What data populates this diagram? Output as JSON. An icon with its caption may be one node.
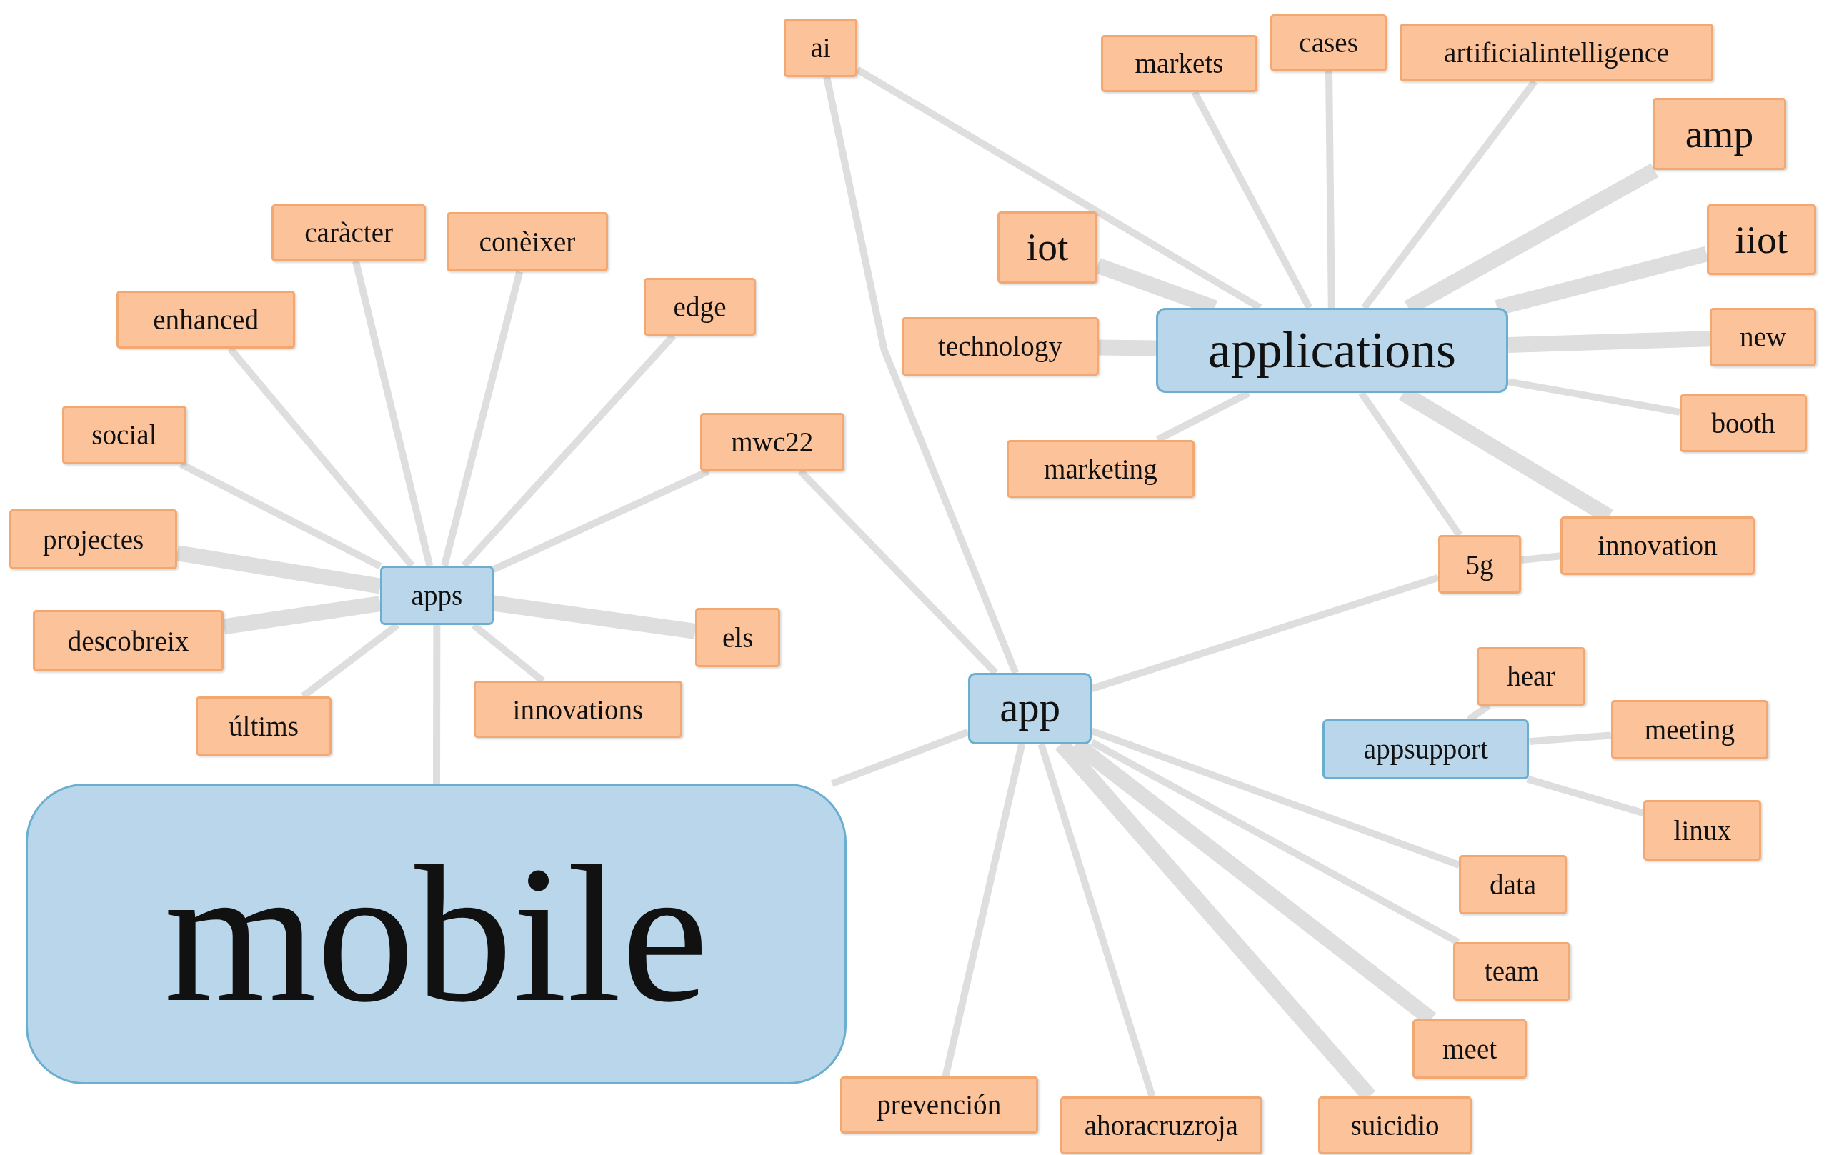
{
  "diagram": {
    "nodes": [
      {
        "text": [
          "mobile"
        ]
      },
      {
        "text": [
          "apps"
        ]
      },
      {
        "text": [
          "app"
        ]
      },
      {
        "text": [
          "applications"
        ]
      },
      {
        "text": [
          "appsupport"
        ]
      },
      {
        "text": [
          "ai"
        ]
      },
      {
        "text": [
          "markets"
        ]
      },
      {
        "text": [
          "cases"
        ]
      },
      {
        "text": [
          "artificialintelligence"
        ]
      },
      {
        "text": [
          "amp"
        ]
      },
      {
        "text": [
          "iot"
        ]
      },
      {
        "text": [
          "iiot"
        ]
      },
      {
        "text": [
          "technology"
        ]
      },
      {
        "text": [
          "new"
        ]
      },
      {
        "text": [
          "booth"
        ]
      },
      {
        "text": [
          "marketing"
        ]
      },
      {
        "text": [
          "5g"
        ]
      },
      {
        "text": [
          "innovation"
        ]
      },
      {
        "text": [
          "caràcter"
        ]
      },
      {
        "text": [
          "conèixer"
        ]
      },
      {
        "text": [
          "enhanced"
        ]
      },
      {
        "text": [
          "edge"
        ]
      },
      {
        "text": [
          "social"
        ]
      },
      {
        "text": [
          "mwc22"
        ]
      },
      {
        "text": [
          "projectes"
        ]
      },
      {
        "text": [
          "descobreix"
        ]
      },
      {
        "text": [
          "els"
        ]
      },
      {
        "text": [
          "últims"
        ]
      },
      {
        "text": [
          "innovations"
        ]
      },
      {
        "text": [
          "hear"
        ]
      },
      {
        "text": [
          "meeting"
        ]
      },
      {
        "text": [
          "linux"
        ]
      },
      {
        "text": [
          "data"
        ]
      },
      {
        "text": [
          "team"
        ]
      },
      {
        "text": [
          "meet"
        ]
      },
      {
        "text": [
          "prevención"
        ]
      },
      {
        "text": [
          "ahoracruzroja"
        ]
      },
      {
        "text": [
          "suicidio"
        ]
      }
    ],
    "edges": [
      {
        "from": 1,
        "to": 0,
        "arrow": "none"
      },
      {
        "from": 1,
        "to": 18,
        "arrow": "none"
      },
      {
        "from": 1,
        "to": 19,
        "arrow": "none"
      },
      {
        "from": 1,
        "to": 20,
        "arrow": "none"
      },
      {
        "from": 1,
        "to": 21,
        "arrow": "none"
      },
      {
        "from": 1,
        "to": 22,
        "arrow": "none"
      },
      {
        "from": 1,
        "to": 23,
        "arrow": "none"
      },
      {
        "from": 1,
        "to": 24,
        "arrow": "none",
        "style": "thick"
      },
      {
        "from": 1,
        "to": 25,
        "arrow": "none",
        "style": "thick"
      },
      {
        "from": 1,
        "to": 26,
        "arrow": "none",
        "style": "thick"
      },
      {
        "from": 1,
        "to": 27,
        "arrow": "none"
      },
      {
        "from": 1,
        "to": 28,
        "arrow": "none"
      },
      {
        "from": 2,
        "to": 0,
        "arrow": "none"
      },
      {
        "from": 2,
        "to": 5,
        "arrow": "none"
      },
      {
        "from": 2,
        "to": 23,
        "arrow": "none"
      },
      {
        "from": 2,
        "to": 16,
        "arrow": "none"
      },
      {
        "from": 2,
        "to": 35,
        "arrow": "none"
      },
      {
        "from": 2,
        "to": 36,
        "arrow": "none"
      },
      {
        "from": 2,
        "to": 37,
        "arrow": "none",
        "style": "thick"
      },
      {
        "from": 2,
        "to": 34,
        "arrow": "none",
        "style": "thick"
      },
      {
        "from": 2,
        "to": 33,
        "arrow": "none"
      },
      {
        "from": 2,
        "to": 32,
        "arrow": "none"
      },
      {
        "from": 16,
        "to": 17,
        "arrow": "none"
      },
      {
        "from": 3,
        "to": 5,
        "arrow": "none"
      },
      {
        "from": 3,
        "to": 6,
        "arrow": "none"
      },
      {
        "from": 3,
        "to": 7,
        "arrow": "none"
      },
      {
        "from": 3,
        "to": 8,
        "arrow": "none"
      },
      {
        "from": 3,
        "to": 9,
        "arrow": "none",
        "style": "thick"
      },
      {
        "from": 3,
        "to": 10,
        "arrow": "none",
        "style": "thick"
      },
      {
        "from": 3,
        "to": 11,
        "arrow": "none",
        "style": "thick"
      },
      {
        "from": 3,
        "to": 12,
        "arrow": "none",
        "style": "thick"
      },
      {
        "from": 3,
        "to": 13,
        "arrow": "none",
        "style": "thick"
      },
      {
        "from": 3,
        "to": 14,
        "arrow": "none"
      },
      {
        "from": 3,
        "to": 15,
        "arrow": "none"
      },
      {
        "from": 3,
        "to": 16,
        "arrow": "none"
      },
      {
        "from": 3,
        "to": 17,
        "arrow": "none",
        "style": "thick"
      },
      {
        "from": 4,
        "to": 29,
        "arrow": "none"
      },
      {
        "from": 4,
        "to": 30,
        "arrow": "none"
      },
      {
        "from": 4,
        "to": 31,
        "arrow": "none"
      }
    ]
  }
}
